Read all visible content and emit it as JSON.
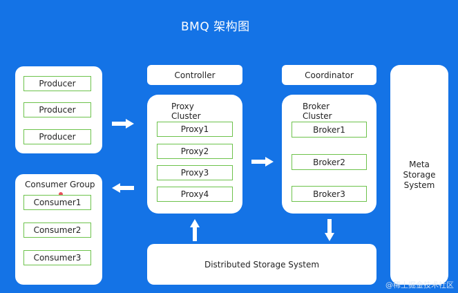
{
  "title": "BMQ 架构图",
  "producers": [
    "Producer",
    "Producer",
    "Producer"
  ],
  "consumer_group": {
    "label": "Consumer Group",
    "items": [
      "Consumer1",
      "Consumer2",
      "Consumer3"
    ]
  },
  "controller": "Controller",
  "proxy_cluster": {
    "label_line1": "Proxy",
    "label_line2": "Cluster",
    "items": [
      "Proxy1",
      "Proxy2",
      "Proxy3",
      "Proxy4"
    ]
  },
  "coordinator": "Coordinator",
  "broker_cluster": {
    "label_line1": "Broker",
    "label_line2": "Cluster",
    "items": [
      "Broker1",
      "Broker2",
      "Broker3"
    ]
  },
  "meta_storage": {
    "line1": "Meta",
    "line2": "Storage",
    "line3": "System"
  },
  "distributed_storage": "Distributed Storage System",
  "watermark": "@稀土掘金技术社区"
}
